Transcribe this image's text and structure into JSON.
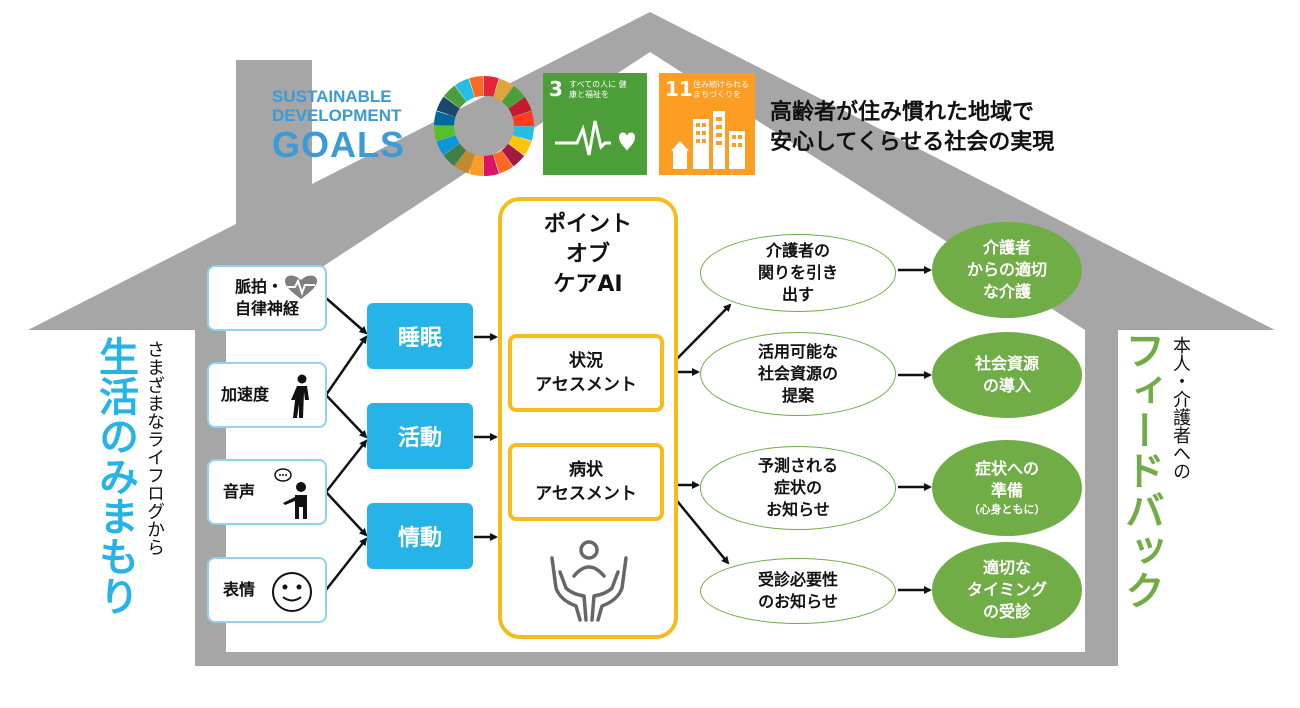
{
  "colors": {
    "house": "#a6a6a6",
    "sdg_blue": "#3b9bd7",
    "goal3": "#4c9f38",
    "goal11": "#fd9d24",
    "sensor_border": "#8fd3ee",
    "category": "#26b3e8",
    "ai_border": "#f6bc1e",
    "feedback_green": "#70ad47",
    "lifelog_blue": "#26b3e8"
  },
  "sdgs": {
    "logo_line1": "SUSTAINABLE",
    "logo_line2": "DEVELOPMENT",
    "logo_line3": "GOALS",
    "goal3_number": "3",
    "goal3_text": "すべての人に 健康と福祉を",
    "goal11_number": "11",
    "goal11_text": "住み続けられる まちづくりを",
    "headline_line1": "高齢者が住み慣れた地域で",
    "headline_line2": "安心してくらせる社会の実現"
  },
  "left_caption": {
    "small": "さまざまなライフログから",
    "big": "生活のみまもり"
  },
  "right_caption": {
    "small": "本人・介護者への",
    "big": "フィードバック"
  },
  "sensors": [
    {
      "line1": "脈拍・",
      "line2": "自律神経",
      "icon": "heartbeat-icon"
    },
    {
      "line1": "加速度",
      "line2": "",
      "icon": "walking-person-icon"
    },
    {
      "line1": "音声",
      "line2": "",
      "icon": "speaking-person-icon"
    },
    {
      "line1": "表情",
      "line2": "",
      "icon": "smiley-face-icon"
    }
  ],
  "categories": [
    "睡眠",
    "活動",
    "情動"
  ],
  "ai": {
    "line1": "ポイント",
    "line2": "オブ",
    "line3": "ケアAI",
    "assess1_line1": "状況",
    "assess1_line2": "アセスメント",
    "assess2_line1": "病状",
    "assess2_line2": "アセスメント",
    "icon": "caring-hands-icon"
  },
  "outcomes": [
    {
      "lines": [
        "介護者の",
        "関りを引き",
        "出す"
      ]
    },
    {
      "lines": [
        "活用可能な",
        "社会資源の",
        "提案"
      ]
    },
    {
      "lines": [
        "予測される",
        "症状の",
        "お知らせ"
      ]
    },
    {
      "lines": [
        "受診必要性",
        "のお知らせ"
      ]
    }
  ],
  "feedback": [
    {
      "lines": [
        "介護者",
        "からの適切",
        "な介護"
      ],
      "note": ""
    },
    {
      "lines": [
        "社会資源",
        "の導入"
      ],
      "note": ""
    },
    {
      "lines": [
        "症状への",
        "準備"
      ],
      "note": "（心身ともに）"
    },
    {
      "lines": [
        "適切な",
        "タイミング",
        "の受診"
      ],
      "note": ""
    }
  ]
}
